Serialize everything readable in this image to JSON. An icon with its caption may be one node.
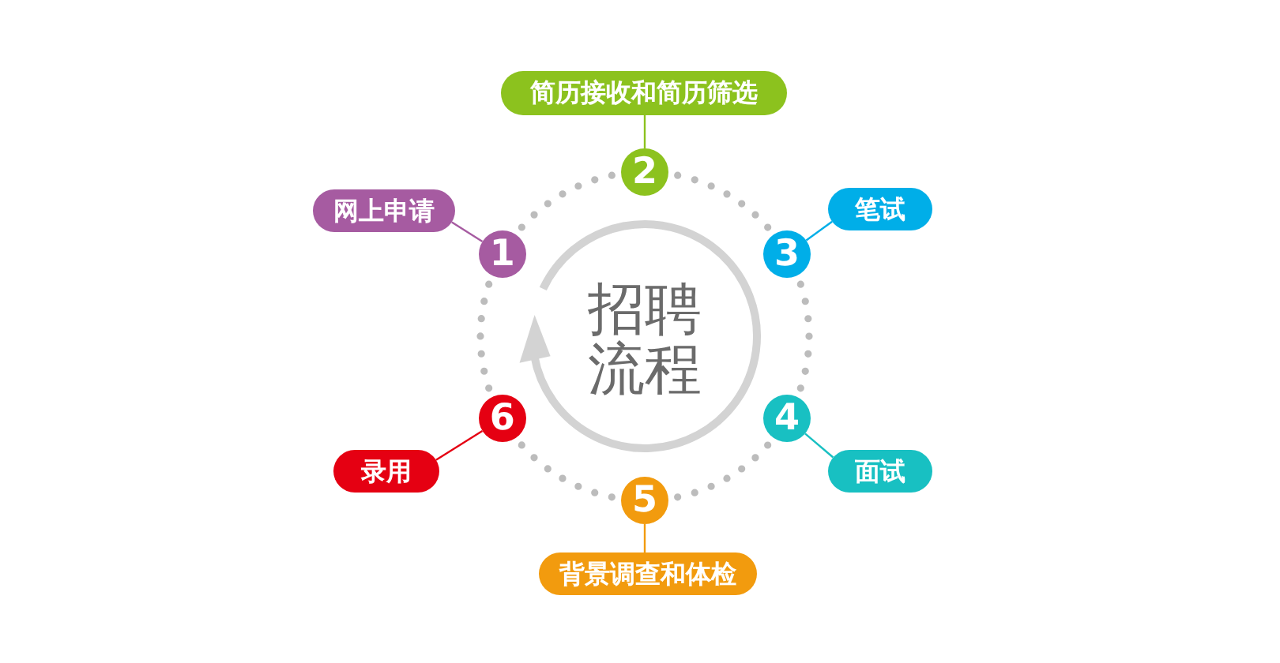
{
  "diagram": {
    "title": "招聘流程",
    "nodes": [
      {
        "text": [
          "网上申请"
        ]
      },
      {
        "text": [
          "1"
        ]
      },
      {
        "text": [
          "简历接收和简历筛选"
        ]
      },
      {
        "text": [
          "2"
        ]
      },
      {
        "text": [
          "笔试"
        ]
      },
      {
        "text": [
          "3"
        ]
      },
      {
        "text": [
          "面试"
        ]
      },
      {
        "text": [
          "4"
        ]
      },
      {
        "text": [
          "背景调查和体检"
        ]
      },
      {
        "text": [
          "5"
        ]
      },
      {
        "text": [
          "录用"
        ]
      },
      {
        "text": [
          "6"
        ]
      }
    ],
    "edges": [
      {
        "from": 0,
        "to": 1,
        "arrow": "none",
        "color": "#a65ba1"
      },
      {
        "from": 2,
        "to": 3,
        "arrow": "none",
        "color": "#8cc21e"
      },
      {
        "from": 4,
        "to": 5,
        "arrow": "none",
        "color": "#00aee8"
      },
      {
        "from": 6,
        "to": 7,
        "arrow": "none",
        "color": "#18c0c2"
      },
      {
        "from": 8,
        "to": 9,
        "arrow": "none",
        "color": "#f29b0e"
      },
      {
        "from": 10,
        "to": 11,
        "arrow": "none",
        "color": "#e50012"
      },
      {
        "from": 1,
        "to": 3,
        "arrow": "none",
        "style": "dashed"
      },
      {
        "from": 3,
        "to": 5,
        "arrow": "none",
        "style": "dashed"
      },
      {
        "from": 5,
        "to": 7,
        "arrow": "none",
        "style": "dashed"
      },
      {
        "from": 7,
        "to": 9,
        "arrow": "none",
        "style": "dashed"
      },
      {
        "from": 9,
        "to": 11,
        "arrow": "none",
        "style": "dashed"
      },
      {
        "from": 11,
        "to": 1,
        "arrow": "none",
        "style": "dashed"
      }
    ]
  }
}
